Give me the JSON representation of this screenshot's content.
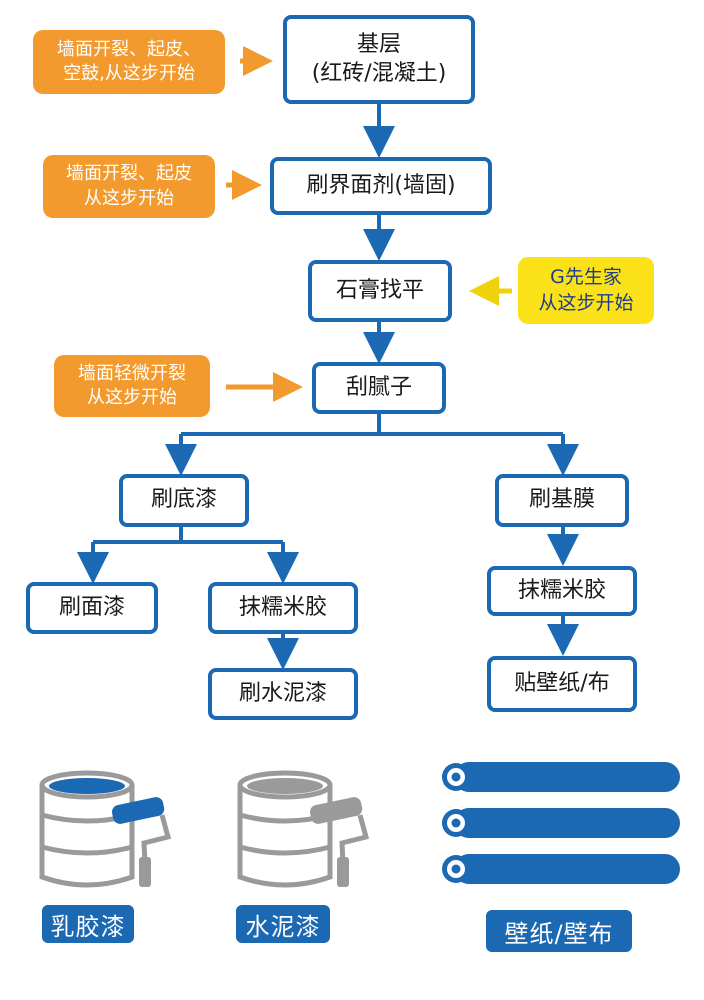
{
  "nodes": {
    "base_line1": "基层",
    "base_line2": "(红砖/混凝土)",
    "primer": "刷界面剂(墙固)",
    "gypsum": "石膏找平",
    "putty": "刮腻子",
    "undercoat": "刷底漆",
    "base_film": "刷基膜",
    "topcoat": "刷面漆",
    "glutinous_left": "抹糯米胶",
    "cement_paint": "刷水泥漆",
    "glutinous_right": "抹糯米胶",
    "wallpaper": "贴壁纸/布"
  },
  "notes": {
    "n1_line1": "墙面开裂、起皮、",
    "n1_line2": "空鼓,从这步开始",
    "n2_line1": "墙面开裂、起皮",
    "n2_line2": "从这步开始",
    "n3_line1": "G先生家",
    "n3_line2": "从这步开始",
    "n4_line1": "墙面轻微开裂",
    "n4_line2": "从这步开始"
  },
  "labels": {
    "latex": "乳胶漆",
    "cement": "水泥漆",
    "wallpaper": "壁纸/壁布"
  },
  "colors": {
    "blue": "#1b68b3",
    "orange": "#f39a2e",
    "yellow": "#fbe218",
    "gray": "#9a9a9a"
  }
}
